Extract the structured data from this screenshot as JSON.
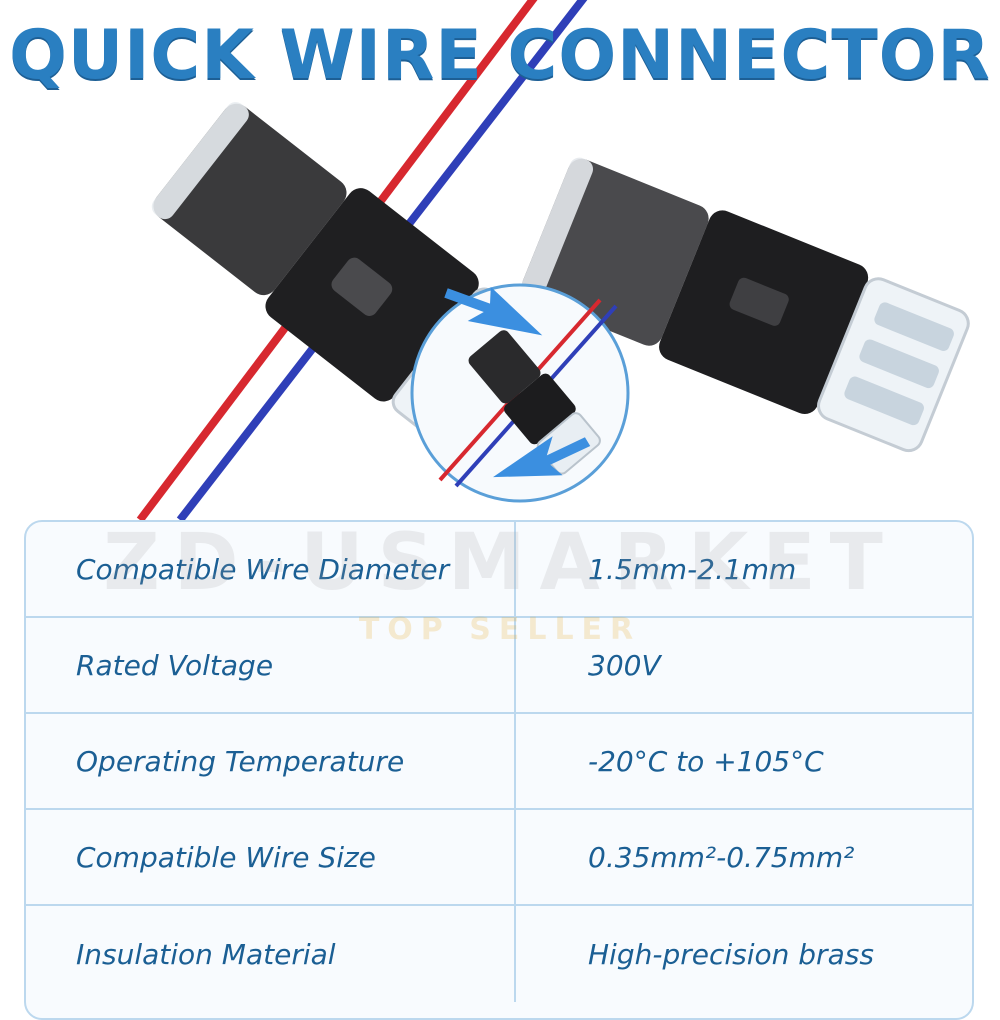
{
  "title": "QUICK WIRE CONNECTOR",
  "watermark": {
    "brand": "ZD-USMARKET",
    "tagline": "TOP SELLER"
  },
  "colors": {
    "title": "#2a7fc1",
    "table_border": "#bcd8ee",
    "table_text": "#1b5f94",
    "wire_red": "#d7282f",
    "wire_blue": "#2f3fb8",
    "arrow": "#3b8fe0"
  },
  "specs": [
    {
      "label": "Compatible Wire Diameter",
      "value": "1.5mm-2.1mm"
    },
    {
      "label": "Rated Voltage",
      "value": "300V"
    },
    {
      "label": "Operating Temperature",
      "value": "-20°C to +105°C"
    },
    {
      "label": "Compatible Wire Size",
      "value": "0.35mm²-0.75mm²"
    },
    {
      "label": "Insulation Material",
      "value": "High-precision brass"
    }
  ]
}
